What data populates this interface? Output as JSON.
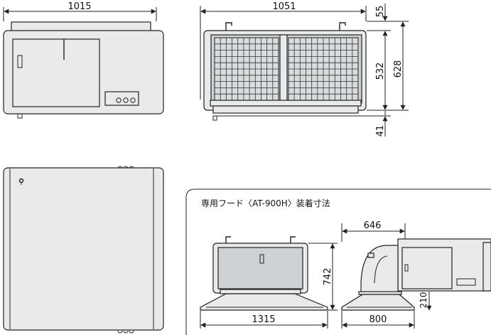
{
  "dimensions": {
    "front_width": "1015",
    "grille_width": "1051",
    "top_gap": "55",
    "grille_height": "532",
    "total_height": "628",
    "bottom_gap": "41"
  },
  "hood_section": {
    "title": "専用フード〈AT-900H〉装着寸法",
    "hood_width": "646",
    "hood_height": "742",
    "base_width": "1315",
    "side_depth": "800",
    "offset_height": "210"
  }
}
